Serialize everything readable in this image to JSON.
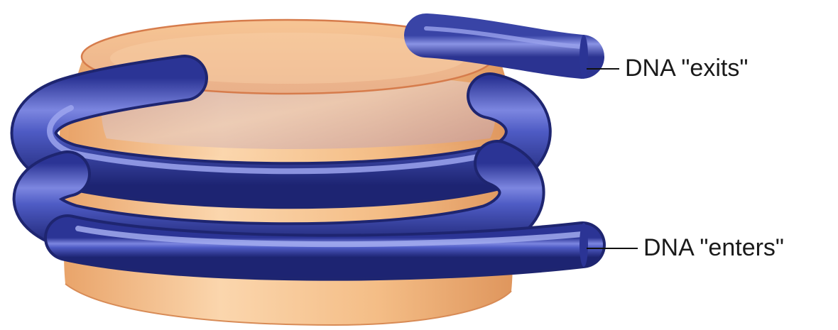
{
  "labels": {
    "exits": "DNA \"exits\"",
    "enters": "DNA \"enters\""
  },
  "colors": {
    "histone_core": "#f2b77e",
    "histone_highlight": "#fbd9b4",
    "histone_shadow": "#d98e52",
    "histone_outline": "#d67c4c",
    "dna_strand": "#3f4bb0",
    "dna_highlight": "#8d96e6",
    "dna_shadow": "#1e2570",
    "leader_line": "#111111"
  },
  "icons": {
    "histone": "histone-octamer-cylinder",
    "dna": "dna-double-wrap-tube"
  }
}
